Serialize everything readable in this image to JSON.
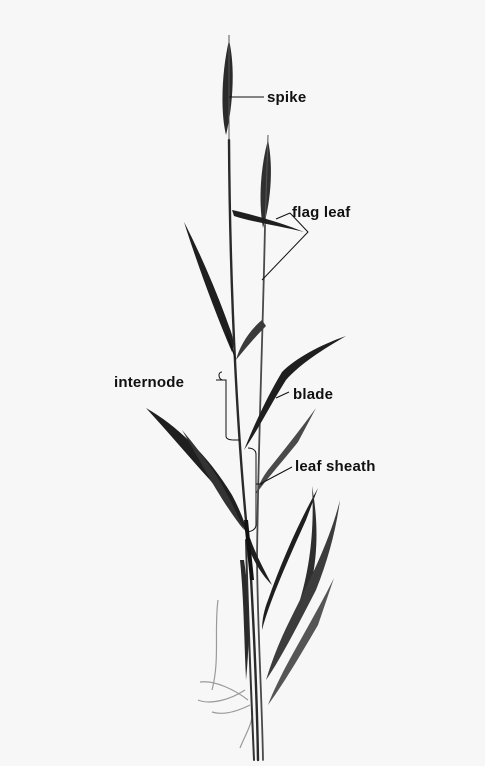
{
  "colors": {
    "background": "#f7f7f7",
    "plant": "#1c1c1c",
    "plant_light": "#6a6a6a",
    "leader_line": "#111111"
  },
  "labels": {
    "spike": "spike",
    "flag_leaf": "flag leaf",
    "internode": "internode",
    "blade": "blade",
    "leaf_sheath": "leaf sheath"
  }
}
